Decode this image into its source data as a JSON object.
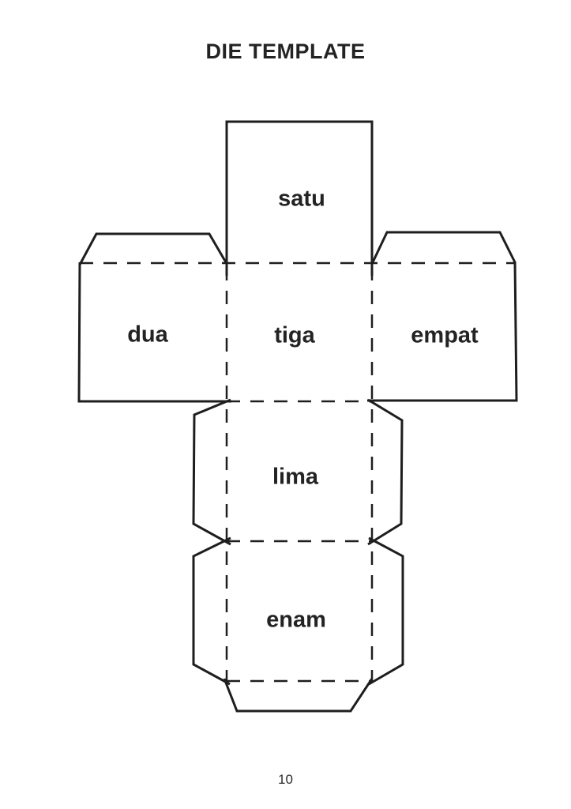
{
  "page": {
    "title": "DIE TEMPLATE",
    "page_number": "10"
  },
  "die": {
    "description_colors": {
      "line_color": "#1e1e1e",
      "text_color": "#232323",
      "background": "#ffffff"
    },
    "faces": [
      {
        "id": "satu",
        "label": "satu"
      },
      {
        "id": "dua",
        "label": "dua"
      },
      {
        "id": "tiga",
        "label": "tiga"
      },
      {
        "id": "empat",
        "label": "empat"
      },
      {
        "id": "lima",
        "label": "lima"
      },
      {
        "id": "enam",
        "label": "enam"
      }
    ]
  }
}
